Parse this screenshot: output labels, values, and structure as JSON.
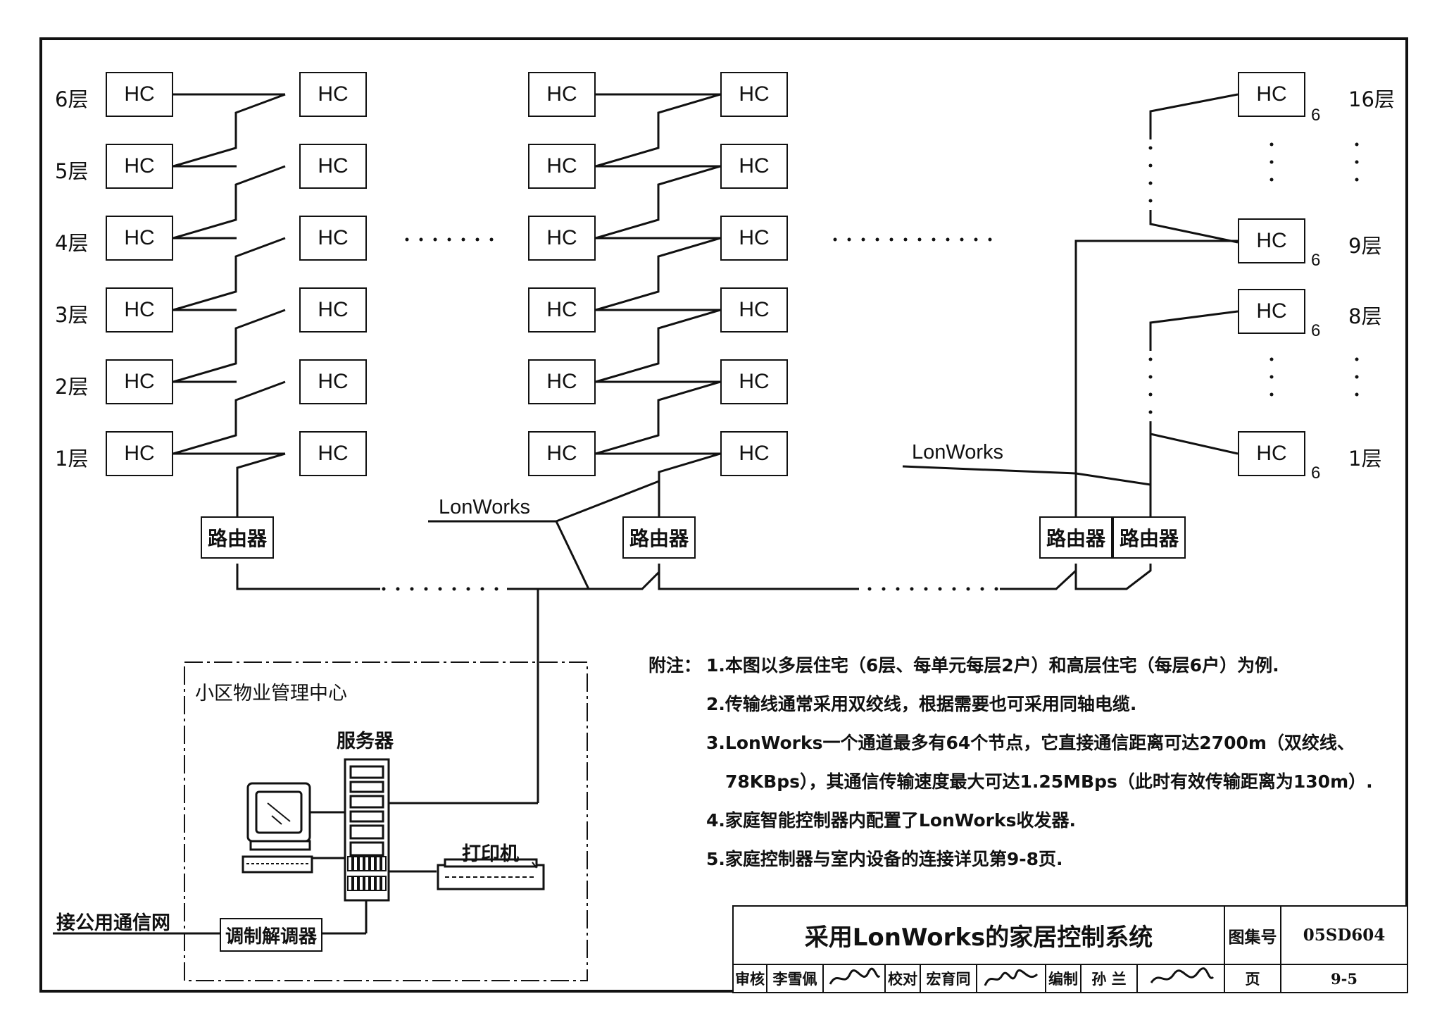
{
  "floors_left": [
    "6层",
    "5层",
    "4层",
    "3层",
    "2层",
    "1层"
  ],
  "floors_right_upper": [
    "16层",
    "9层"
  ],
  "floors_right_lower": [
    "8层",
    "1层"
  ],
  "hc_label": "HC",
  "hc_sub": "6",
  "router_label": "路由器",
  "lonworks_label": "LonWorks",
  "mgmt_center": "小区物业管理中心",
  "server_label": "服务器",
  "printer_label": "打印机",
  "modem_label": "调制解调器",
  "public_net": "接公用通信网",
  "notes": {
    "prefix": "附注：",
    "items": [
      "1.本图以多层住宅（6层、每单元每层2户）和高层住宅（每层6户）为例.",
      "2.传输线通常采用双绞线，根据需要也可采用同轴电缆.",
      "3.LonWorks一个通道最多有64个节点，它直接通信距离可达2700m（双绞线、",
      "78KBps），其通信传输速度最大可达1.25MBps（此时有效传输距离为130m）.",
      "4.家庭智能控制器内配置了LonWorks收发器.",
      "5.家庭控制器与室内设备的连接详见第9-8页."
    ]
  },
  "title_block": {
    "title": "采用LonWorks的家居控制系统",
    "atlas_label": "图集号",
    "atlas_no": "05SD604",
    "page_label": "页",
    "page_no": "9-5",
    "review_label": "审核",
    "reviewer": "李雪佩",
    "check_label": "校对",
    "checker": "宏育同",
    "edit_label": "编制",
    "editor": "孙 兰"
  }
}
